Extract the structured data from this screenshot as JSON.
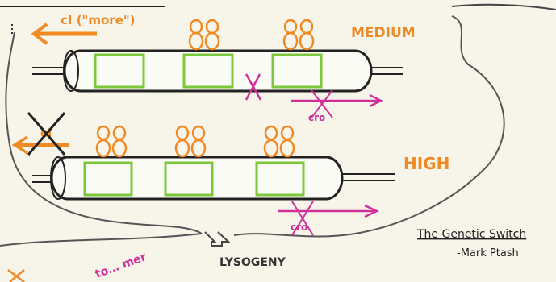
{
  "labels": {
    "ci_more": "cI (\"more\")",
    "medium": "MEDIUM",
    "ci_crossed": "cI",
    "high": "HIGH",
    "cro_top": "cro",
    "cro_bottom": "cro",
    "lysogeny": "LYSOGENY",
    "credit_title": "The Genetic Switch",
    "credit_author": "-Mark Ptash",
    "bottom_fragment": "to… mer"
  },
  "colors": {
    "paper": "#f7f4ea",
    "ink": "#222222",
    "orange": "#f08a24",
    "green": "#7cc83a",
    "magenta": "#d0309a",
    "cloud": "#555555"
  },
  "icons": {
    "repressor_dimer": "figure-eight-dimer",
    "no_binding": "x-mark",
    "arrow": "arrow-right"
  }
}
